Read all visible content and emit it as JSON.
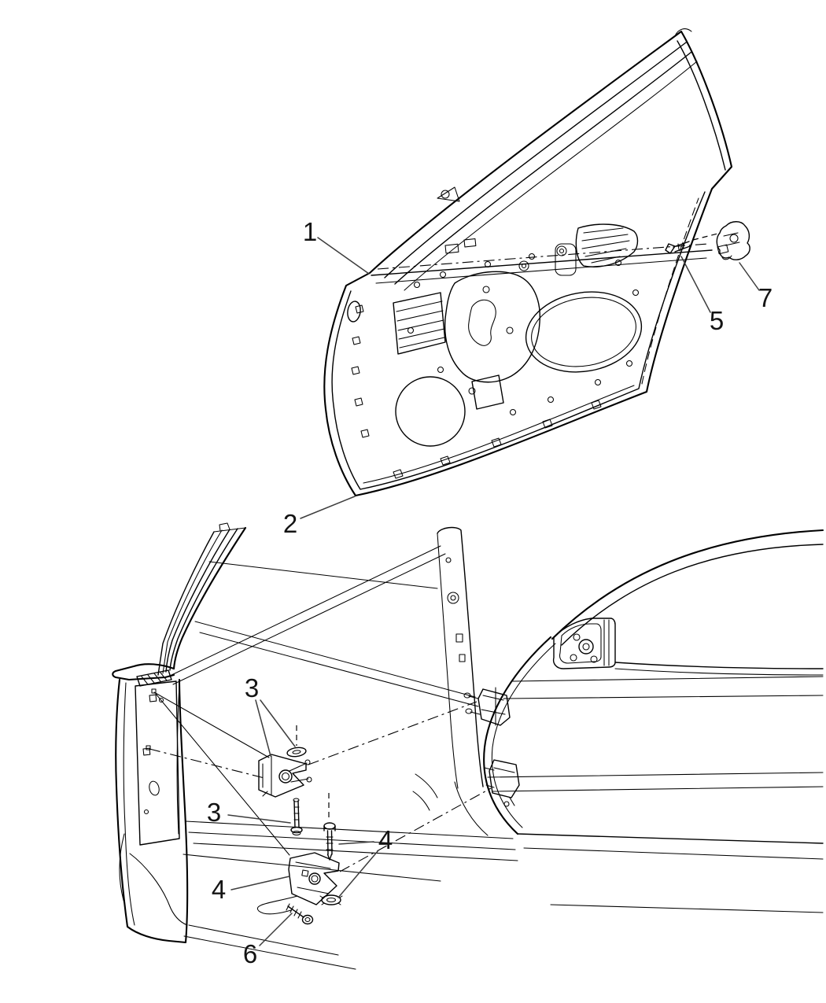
{
  "diagram": {
    "background_color": "#ffffff",
    "line_color": "#000000",
    "leader_color": "#3d3d3d",
    "label_color": "#141414",
    "callouts": [
      {
        "id": "callout-1",
        "label": "1"
      },
      {
        "id": "callout-2",
        "label": "2"
      },
      {
        "id": "callout-3-upper",
        "label": "3"
      },
      {
        "id": "callout-3-lower",
        "label": "3"
      },
      {
        "id": "callout-4-right",
        "label": "4"
      },
      {
        "id": "callout-4-left",
        "label": "4"
      },
      {
        "id": "callout-5",
        "label": "5"
      },
      {
        "id": "callout-6",
        "label": "6"
      },
      {
        "id": "callout-7",
        "label": "7"
      }
    ]
  }
}
